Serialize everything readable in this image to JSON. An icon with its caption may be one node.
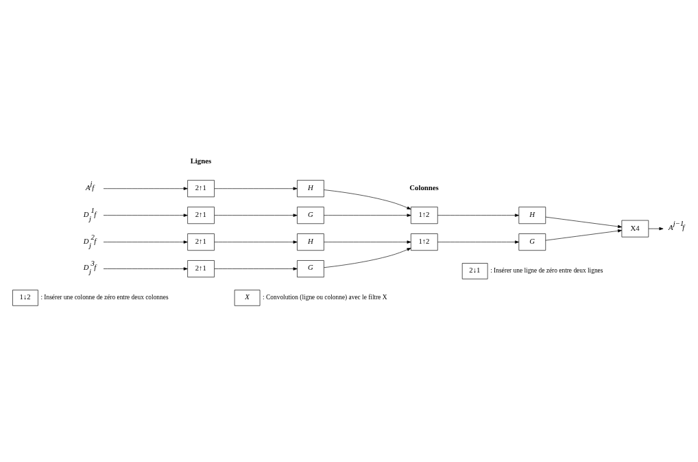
{
  "diagram": {
    "nodes": [
      {
        "text": [
          "A$^{j}$f"
        ]
      },
      {
        "text": [
          "D$_{j}$$^{1}$f"
        ]
      },
      {
        "text": [
          "D$_{j}$$^{2}$f"
        ]
      },
      {
        "text": [
          "D$_{j}$$^{3}$f"
        ]
      },
      {
        "text": [
          "2↑1"
        ]
      },
      {
        "text": [
          "H"
        ]
      },
      {
        "text": [
          "2↑1"
        ]
      },
      {
        "text": [
          "G"
        ]
      },
      {
        "text": [
          "2↑1"
        ]
      },
      {
        "text": [
          "H"
        ]
      },
      {
        "text": [
          "2↑1"
        ]
      },
      {
        "text": [
          "G"
        ]
      },
      {
        "text": [
          "1↑2"
        ]
      },
      {
        "text": [
          "H"
        ]
      },
      {
        "text": [
          "1↑2"
        ]
      },
      {
        "text": [
          "G"
        ]
      },
      {
        "text": [
          "X4"
        ]
      },
      {
        "text": [
          "A$^{j−1}$f"
        ]
      },
      {
        "text": [
          "X"
        ],
        "beside": [
          ": Convolution (ligne ou colonne) avec le filtre X"
        ]
      },
      {
        "text": [
          "1↓2"
        ],
        "beside": [
          ": Insérer une colonne de zéro entre deux colonnes"
        ]
      },
      {
        "text": [
          "2↓1"
        ],
        "beside": [
          ": Insérer une ligne de zéro entre deux lignes"
        ]
      }
    ],
    "edges": [
      {
        "from": 0,
        "to": 4,
        "arrow": "to"
      },
      {
        "from": 4,
        "to": 5,
        "arrow": "to"
      },
      {
        "from": 1,
        "to": 6,
        "arrow": "to"
      },
      {
        "from": 6,
        "to": 7,
        "arrow": "to"
      },
      {
        "from": 2,
        "to": 8,
        "arrow": "to"
      },
      {
        "from": 8,
        "to": 9,
        "arrow": "to"
      },
      {
        "from": 3,
        "to": 10,
        "arrow": "to"
      },
      {
        "from": 10,
        "to": 11,
        "arrow": "to"
      },
      {
        "from": 5,
        "to": 12,
        "arrow": "to"
      },
      {
        "from": 7,
        "to": 12,
        "arrow": "to"
      },
      {
        "from": 9,
        "to": 14,
        "arrow": "to"
      },
      {
        "from": 11,
        "to": 14,
        "arrow": "to"
      },
      {
        "from": 12,
        "to": 13,
        "arrow": "to"
      },
      {
        "from": 14,
        "to": 15,
        "arrow": "to"
      },
      {
        "from": 13,
        "to": 16,
        "arrow": "to"
      },
      {
        "from": 15,
        "to": 16,
        "arrow": "to"
      },
      {
        "from": 16,
        "to": 17,
        "arrow": "to"
      }
    ],
    "labels": [
      "Lignes",
      "Colonnes"
    ]
  }
}
